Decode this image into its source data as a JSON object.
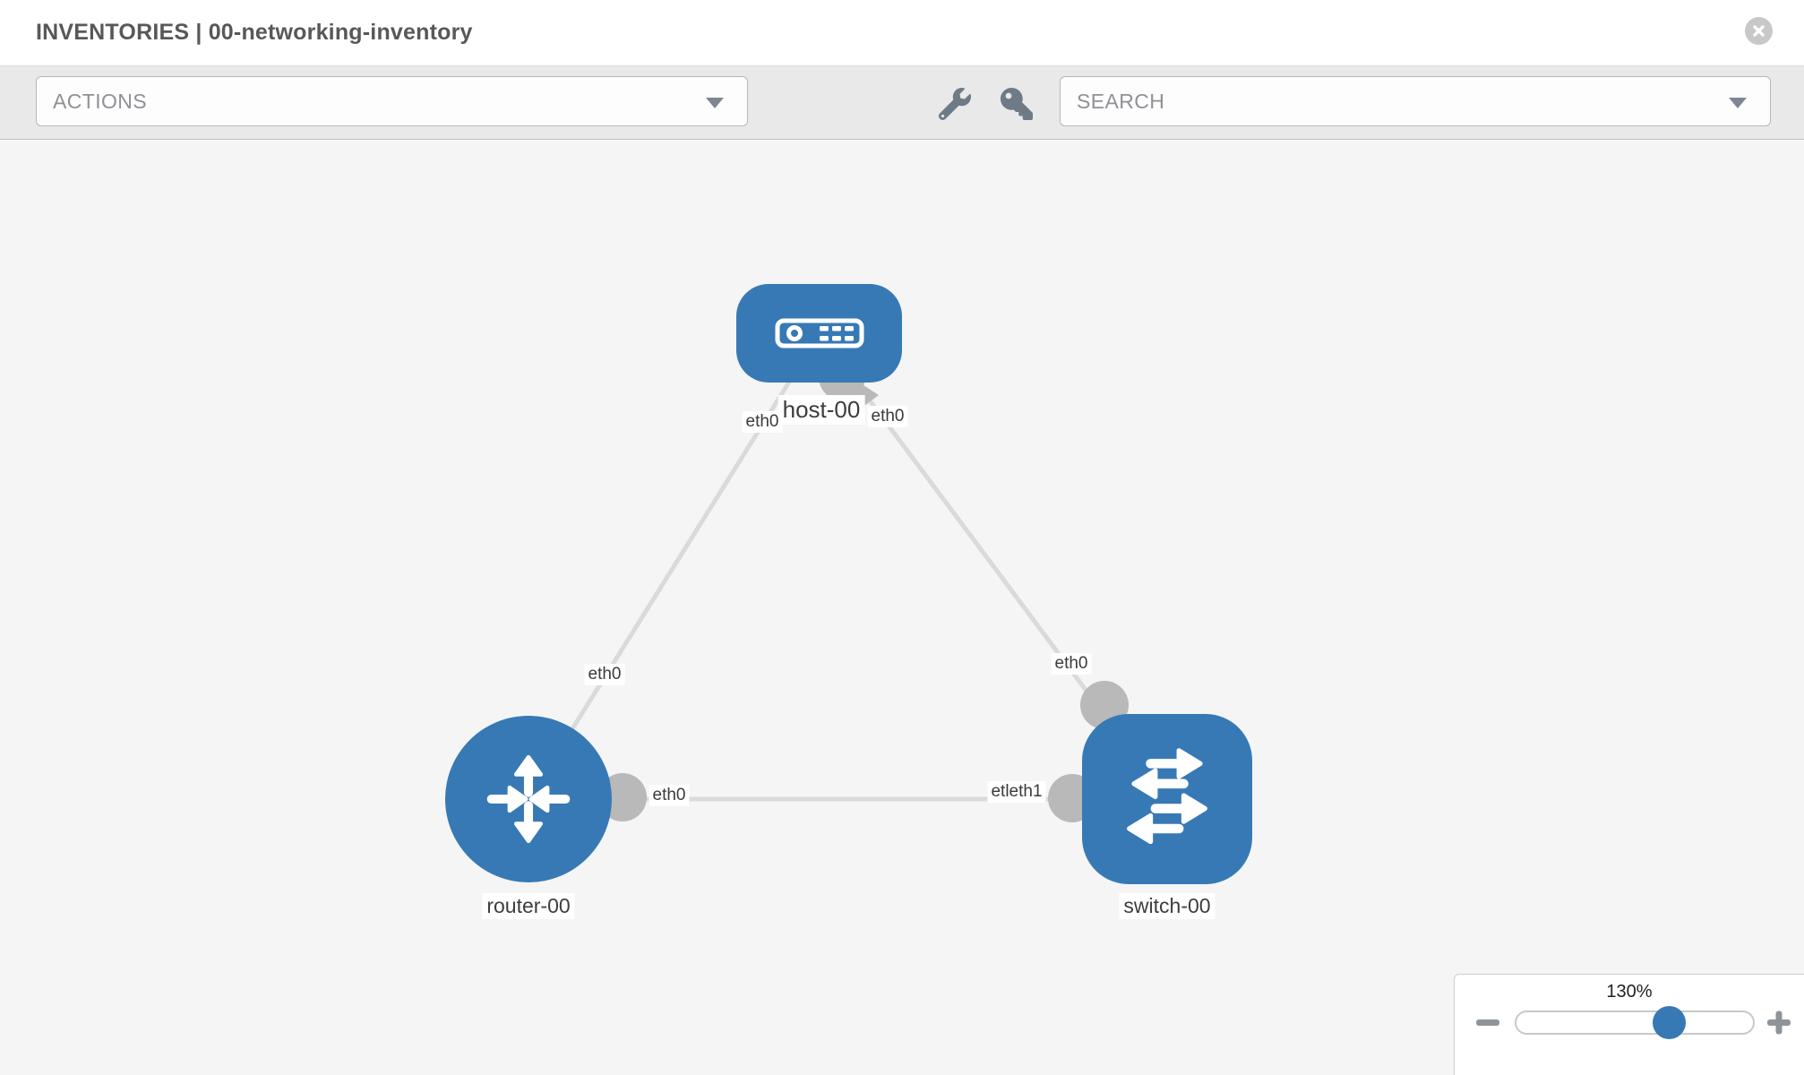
{
  "window": {
    "title": "INVENTORIES | 00-networking-inventory"
  },
  "toolbar": {
    "actions": {
      "label": "ACTIONS"
    },
    "search": {
      "label": "SEARCH"
    },
    "icons": [
      "wrench-icon",
      "key-icon"
    ]
  },
  "topology": {
    "nodes": {
      "host": {
        "label": "host-00",
        "type": "host"
      },
      "router": {
        "label": "router-00",
        "type": "router"
      },
      "switch": {
        "label": "switch-00",
        "type": "switch"
      }
    },
    "interfaces": {
      "host_left": "eth0",
      "host_right": "eth0",
      "router_top": "eth0",
      "switch_top": "eth0",
      "router_right": "eth0",
      "switch_left": "etleth1"
    },
    "links": [
      {
        "from": "host-00",
        "to": "router-00"
      },
      {
        "from": "host-00",
        "to": "switch-00"
      },
      {
        "from": "router-00",
        "to": "switch-00"
      }
    ]
  },
  "zoom_control": {
    "level": "130%"
  },
  "colors": {
    "node_blue": "#3779b5",
    "link_gray": "#dadada",
    "dot_gray": "#b9b9b9",
    "canvas_bg": "#f5f5f5",
    "toolbar_bg": "#e9e9e9",
    "title_gray": "#58585a"
  }
}
